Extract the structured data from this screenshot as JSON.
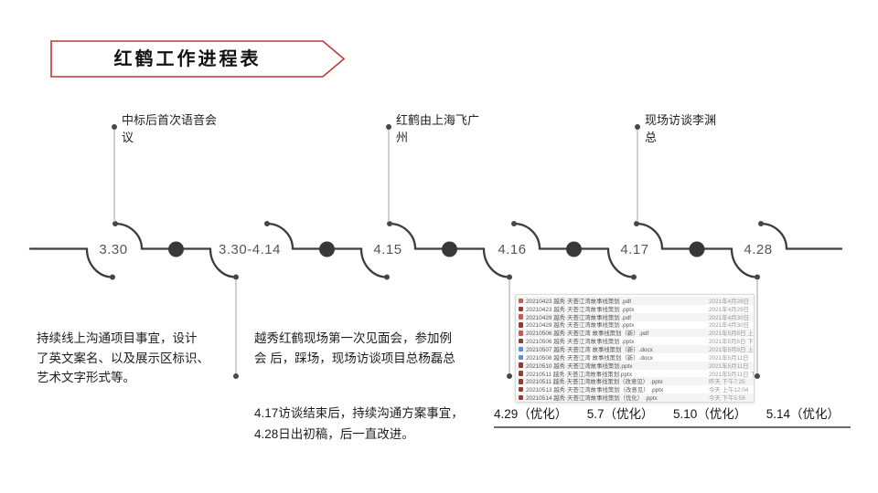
{
  "title": "红鹤工作进程表",
  "colors": {
    "accent": "#bf383b",
    "ink": "#3d3d3d",
    "node": "#383838",
    "gray": "#bdbdbd",
    "label": "#565656",
    "text": "#1d1d1d",
    "pdf": "#d9534f",
    "pptx": "#a33530",
    "docx": "#5b8def"
  },
  "timeline": {
    "items": [
      {
        "label": "3.30"
      },
      {
        "label": "3.30-4.14"
      },
      {
        "label": "4.15"
      },
      {
        "label": "4.16"
      },
      {
        "label": "4.17"
      },
      {
        "label": "4.28"
      }
    ],
    "annotations": [
      {
        "text": "中标后首次语音会\n议"
      },
      {
        "text": "红鹤由上海飞广\n州"
      },
      {
        "text": "现场访谈李渊\n总"
      }
    ]
  },
  "notes": [
    {
      "text": "持续线上沟通项目事宜，设计\n了英文案名、以及展示区标识、\n艺术文字形式等。"
    },
    {
      "text": "越秀红鹤现场第一次见面会，参加例\n会 后，踩场，现场访谈项目总杨磊总"
    },
    {
      "text": "4.17访谈结束后，持续沟通方案事宜，\n4.28日出初稿，后一直改进。"
    }
  ],
  "optimization_dates": [
    {
      "label": "4.29（优化）"
    },
    {
      "label": "5.7（优化）"
    },
    {
      "label": "5.10（优化）"
    },
    {
      "label": "5.14（优化）"
    }
  ],
  "file_list": {
    "rows": [
      {
        "icon": "pdf",
        "name": "20210423 越秀·天荟江湾故事线策划 .pdf",
        "date": "2021年4月28日"
      },
      {
        "icon": "pptx",
        "name": "20210423 越秀·天荟江湾故事线策划 .pptx",
        "date": "2021年4月29日"
      },
      {
        "icon": "pdf",
        "name": "20210429 越秀·天荟江湾故事线策划 .pdf",
        "date": "2021年4月30日"
      },
      {
        "icon": "pptx",
        "name": "20210429 越秀·天荟江湾故事线策划 .pptx",
        "date": "2021年4月30日"
      },
      {
        "icon": "pdf",
        "name": "20210506 越秀·天荟江湾 故事线策划（新）.pdf",
        "date": "2021年5月8日 上"
      },
      {
        "icon": "pptx",
        "name": "20210506 越秀·天荟江湾故事线策划 .pptx",
        "date": "2021年5月6日 下"
      },
      {
        "icon": "docx",
        "name": "20210507 越秀·天荟江湾 故事线策划（新）.docx",
        "date": "2021年5月8日 上"
      },
      {
        "icon": "docx",
        "name": "20210508 越秀·天荟江湾 故事线策划（新）.docx",
        "date": "2021年5月11日"
      },
      {
        "icon": "pptx",
        "name": "20210510 越秀·天荟江湾故事线策划.pptx",
        "date": "2021年5月11日"
      },
      {
        "icon": "pptx",
        "name": "20210511 越秀·天荟江湾故事线策划.pptx",
        "date": "2021年5月11日 下"
      },
      {
        "icon": "pptx",
        "name": "20210511 越秀·天荟江湾故事线策划（改意见） .pptx",
        "date": "昨天 下午7:25"
      },
      {
        "icon": "pptx",
        "name": "20210513 越秀·天荟江湾故事线策划（改意见） .pptx",
        "date": "今天 上午12:04"
      },
      {
        "icon": "pptx",
        "name": "20210514 越秀·天荟江湾故事线策划（优化） .pptx",
        "date": "今天 下午5:58"
      }
    ]
  }
}
